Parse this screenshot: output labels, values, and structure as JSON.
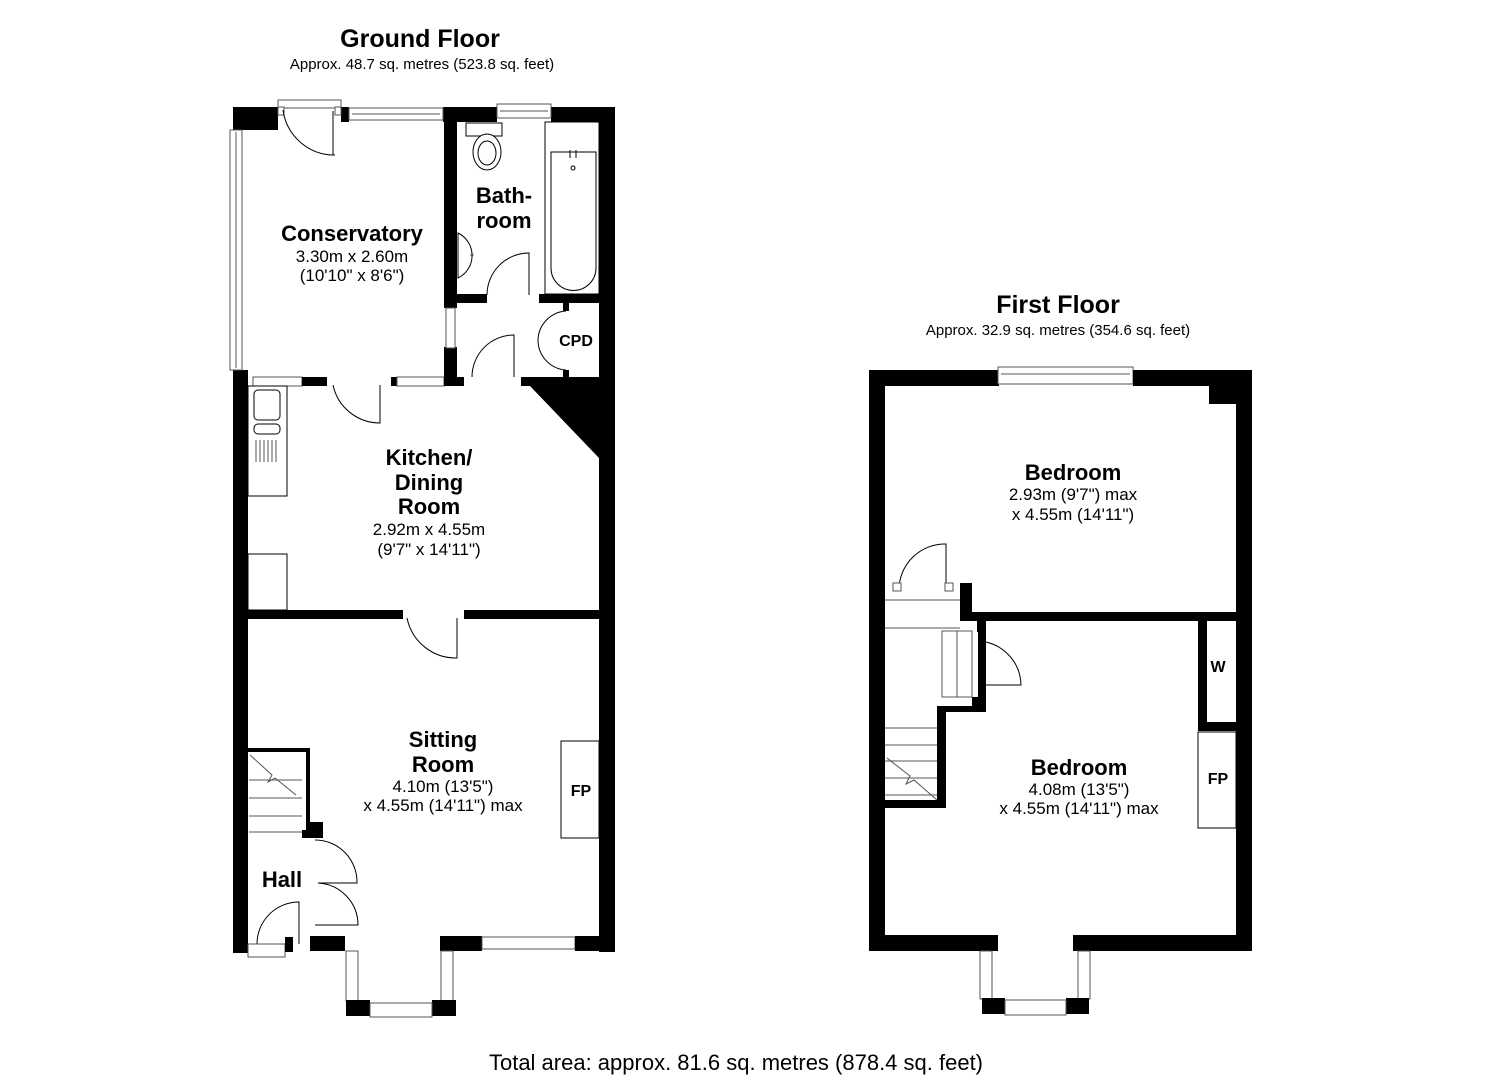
{
  "ground_floor": {
    "title": "Ground Floor",
    "area": "Approx. 48.7 sq. metres (523.8 sq. feet)",
    "rooms": {
      "conservatory": {
        "name": "Conservatory",
        "dim1": "3.30m x 2.60m",
        "dim2": "(10'10\" x 8'6\")"
      },
      "bathroom": {
        "name1": "Bath-",
        "name2": "room"
      },
      "cupboard": {
        "label": "CPD"
      },
      "kitchen": {
        "name1": "Kitchen/",
        "name2": "Dining",
        "name3": "Room",
        "dim1": "2.92m x 4.55m",
        "dim2": "(9'7\" x 14'11\")"
      },
      "sitting_room": {
        "name1": "Sitting",
        "name2": "Room",
        "dim1": "4.10m (13'5\")",
        "dim2": "x 4.55m (14'11\") max",
        "fireplace": "FP"
      },
      "hall": {
        "name": "Hall"
      }
    }
  },
  "first_floor": {
    "title": "First Floor",
    "area": "Approx. 32.9 sq. metres (354.6 sq. feet)",
    "rooms": {
      "bedroom_rear": {
        "name": "Bedroom",
        "dim1": "2.93m (9'7\") max",
        "dim2": "x 4.55m (14'11\")"
      },
      "bedroom_front": {
        "name": "Bedroom",
        "dim1": "4.08m (13'5\")",
        "dim2": "x 4.55m (14'11\") max",
        "wardrobe": "W",
        "fireplace": "FP"
      }
    }
  },
  "total_area": "Total area: approx. 81.6 sq. metres (878.4 sq. feet)"
}
